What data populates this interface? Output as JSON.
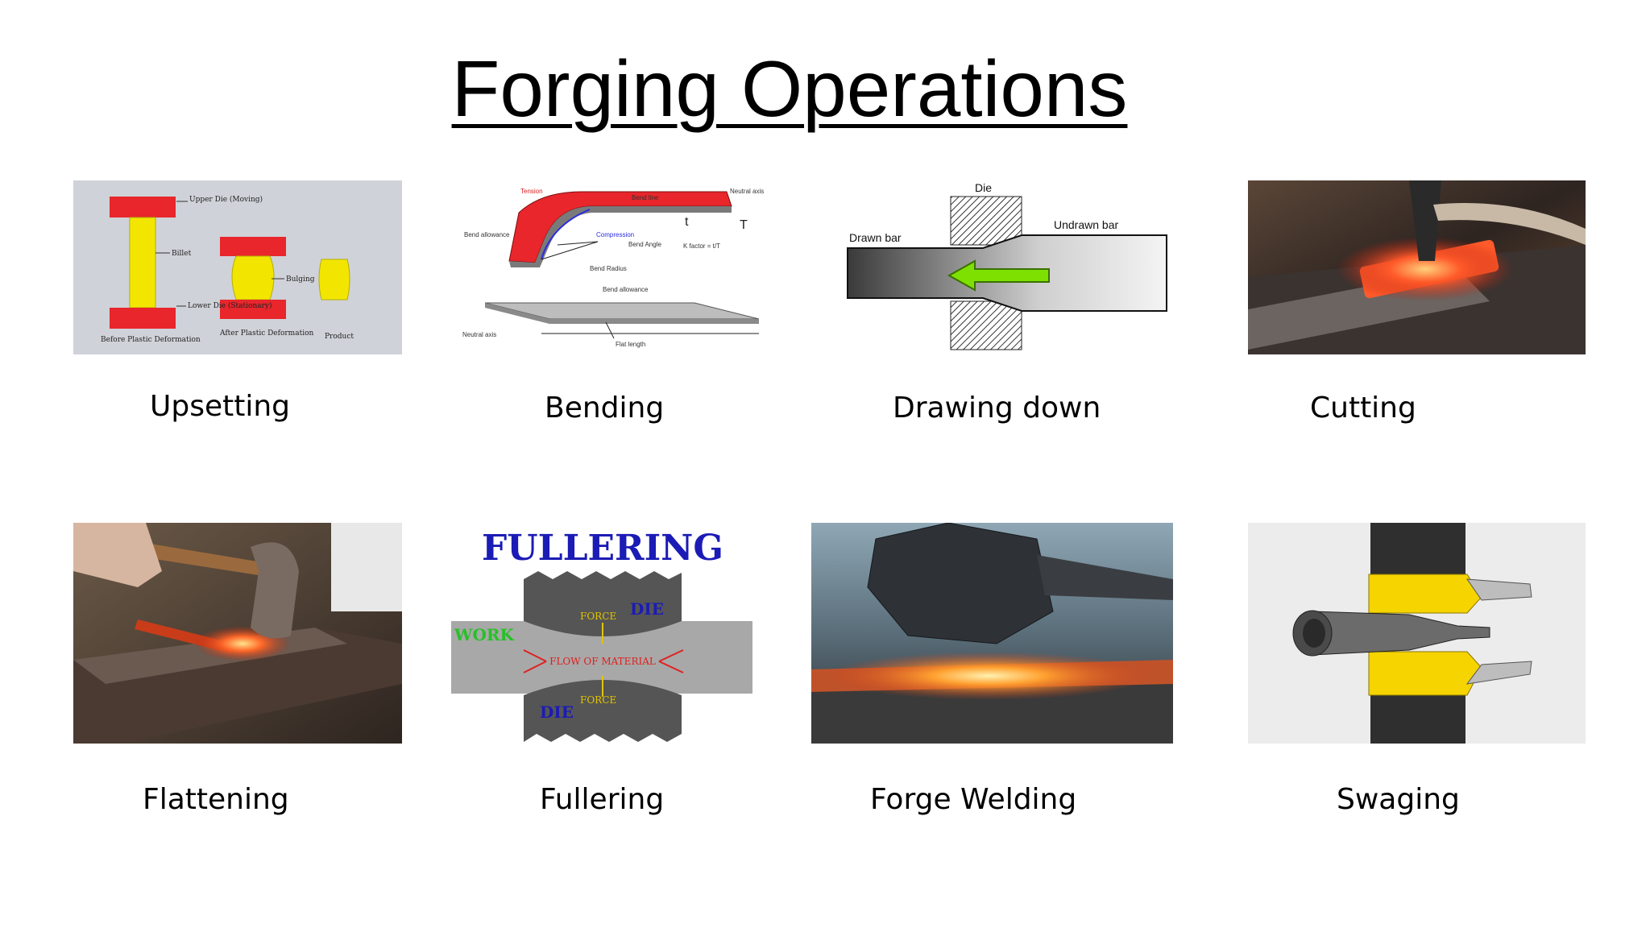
{
  "slide": {
    "title": "Forging Operations"
  },
  "operations": [
    {
      "caption": "Upsetting"
    },
    {
      "caption": "Bending"
    },
    {
      "caption": "Drawing down"
    },
    {
      "caption": "Cutting"
    },
    {
      "caption": "Flattening"
    },
    {
      "caption": "Fullering"
    },
    {
      "caption": "Forge Welding"
    },
    {
      "caption": "Swaging"
    }
  ],
  "figures": {
    "upsetting": {
      "upper_die": "Upper Die (Moving)",
      "billet": "Billet",
      "bulging": "Bulging",
      "lower_die": "Lower Die (Stationary)",
      "before": "Before Plastic Deformation",
      "after": "After Plastic Deformation",
      "product": "Product"
    },
    "bending": {
      "tension": "Tension",
      "bend_line": "Bend line",
      "neutral_axis": "Neutral axis",
      "compression": "Compression",
      "bend_allowance_left": "Bend allowance",
      "bend_angle": "Bend Angle",
      "k_factor": "K factor = t/T",
      "bend_radius": "Bend Radius",
      "bend_allowance": "Bend allowance",
      "neutral_axis_bottom": "Neutral axis",
      "flat_length": "Flat length",
      "t": "t",
      "T": "T"
    },
    "drawing": {
      "die": "Die",
      "drawn_bar": "Drawn bar",
      "undrawn_bar": "Undrawn bar"
    },
    "fullering": {
      "title": "FULLERING",
      "work": "WORK",
      "die_top": "DIE",
      "die_bottom": "DIE",
      "force_top": "FORCE",
      "force_bottom": "FORCE",
      "flow": "FLOW OF MATERIAL"
    },
    "colors": {
      "die_red": "#e8262b",
      "billet_yellow": "#f2e600",
      "arrow_green": "#7ee000",
      "fullering_blue": "#1b1bb5",
      "swage_yellow": "#f5d400"
    }
  }
}
